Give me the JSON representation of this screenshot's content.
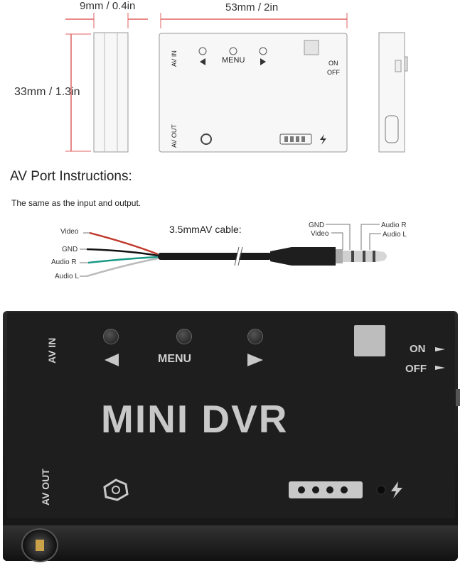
{
  "dimensions": {
    "depth": "9mm / 0.4in",
    "width": "53mm / 2in",
    "height": "33mm / 1.3in"
  },
  "drawing_labels": {
    "av_in": "AV IN",
    "av_out": "AV OUT",
    "menu": "MENU",
    "on": "ON",
    "off": "OFF"
  },
  "av_port": {
    "title": "AV Port Instructions:",
    "subtitle": "The same as the input and output.",
    "cable_label": "3.5mmAV cable:",
    "wires": [
      "Video",
      "GND",
      "Audio R",
      "Audio L"
    ],
    "plug_labels_left": [
      "GND",
      "Video"
    ],
    "plug_labels_right": [
      "Audio R",
      "Audio L"
    ],
    "wire_colors": [
      "#c0392b",
      "#111111",
      "#1a9a86",
      "#bbbbbb"
    ]
  },
  "device": {
    "brand": "MINI DVR",
    "av_in": "AV IN",
    "av_out": "AV OUT",
    "menu": "MENU",
    "on": "ON",
    "off": "OFF"
  }
}
